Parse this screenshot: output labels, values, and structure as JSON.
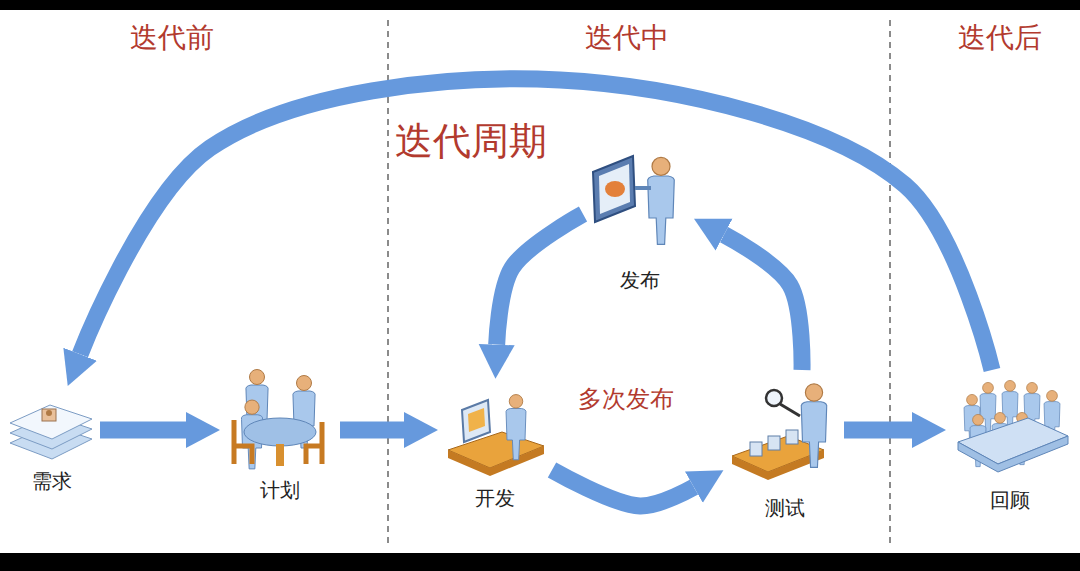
{
  "diagram": {
    "nodes": [
      {
        "text": [
          "需求"
        ]
      },
      {
        "text": [
          "计划"
        ]
      },
      {
        "text": [
          "开发"
        ]
      },
      {
        "text": [
          "发布"
        ]
      },
      {
        "text": [
          "测试"
        ]
      },
      {
        "text": [
          "回顾"
        ]
      }
    ],
    "edges": [
      {
        "from": 0,
        "to": 1,
        "arrow": "to"
      },
      {
        "from": 1,
        "to": 2,
        "arrow": "to"
      },
      {
        "from": 2,
        "to": 4,
        "arrow": "to"
      },
      {
        "from": 4,
        "to": 3,
        "arrow": "to"
      },
      {
        "from": 3,
        "to": 2,
        "arrow": "to"
      },
      {
        "from": 4,
        "to": 5,
        "arrow": "to"
      },
      {
        "from": 5,
        "to": 0,
        "arrow": "to"
      }
    ],
    "labels": [
      "迭代前",
      "迭代中",
      "迭代后",
      "迭代周期",
      "多次发布"
    ]
  }
}
